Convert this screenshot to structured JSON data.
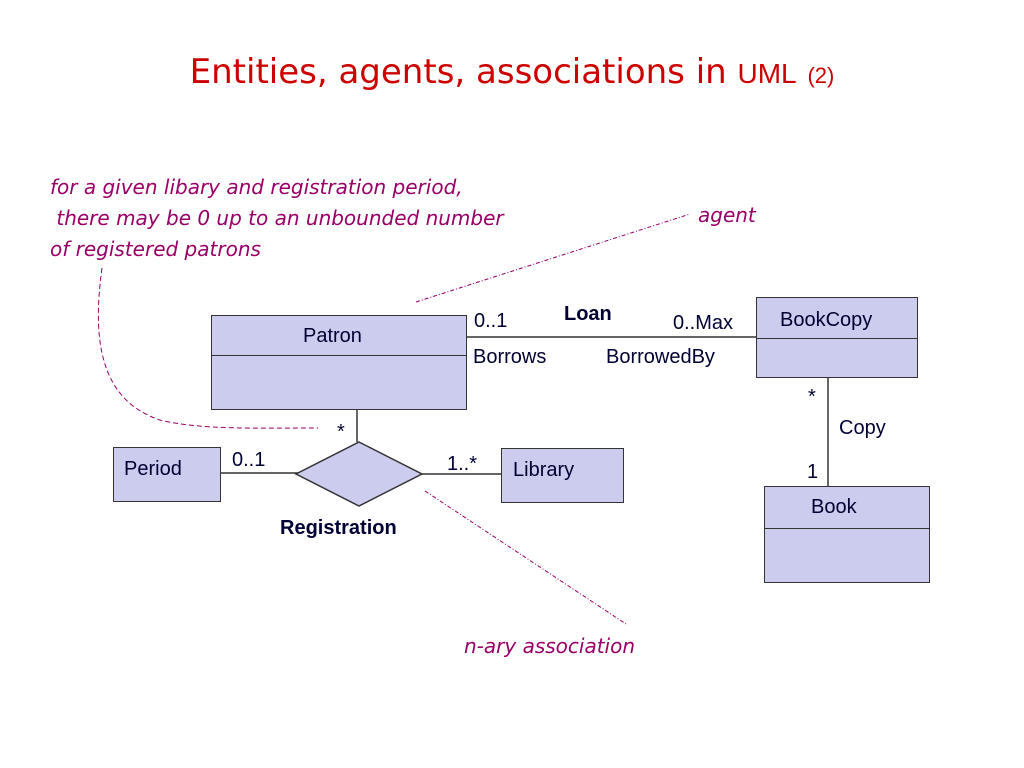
{
  "title": {
    "main": "Entities, agents, associations in ",
    "uml": "UML",
    "num": "(2)"
  },
  "notes": {
    "constraint_line1": "for a given libary and registration period,",
    "constraint_line2": " there may be 0 up to an unbounded number",
    "constraint_line3": "of registered patrons",
    "agent": "agent",
    "nary": "n-ary association"
  },
  "classes": {
    "patron": "Patron",
    "bookcopy": "BookCopy",
    "period": "Period",
    "library": "Library",
    "book": "Book"
  },
  "loan": {
    "name": "Loan",
    "mult_patron": "0..1",
    "mult_bookcopy": "0..Max",
    "role_patron": "Borrows",
    "role_bookcopy": "BorrowedBy"
  },
  "registration": {
    "name": "Registration",
    "mult_patron": "*",
    "mult_period": "0..1",
    "mult_library": "1..*"
  },
  "copy": {
    "name": "Copy",
    "mult_bookcopy": "*",
    "mult_book": "1"
  },
  "colors": {
    "title": "#cc0000",
    "note": "#990066",
    "class_fill": "#ccccee",
    "outline": "#333333"
  }
}
